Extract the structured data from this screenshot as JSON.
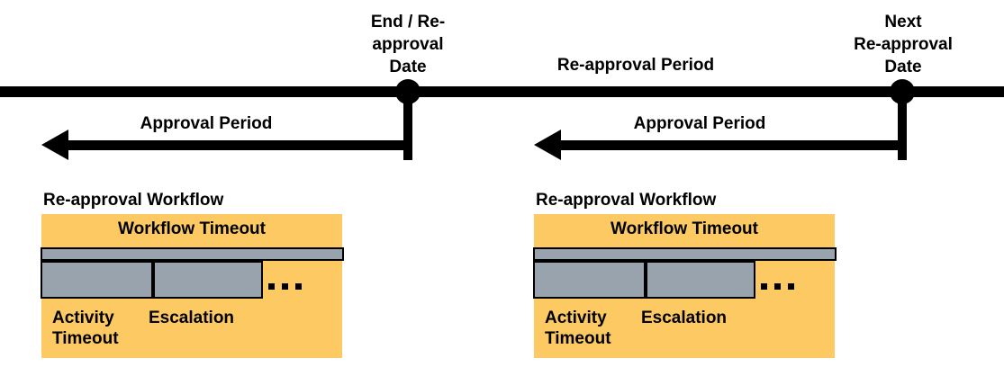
{
  "colors": {
    "background": "#ffffff",
    "line_and_text": "#000000",
    "workflow_box_fill": "#fdc963",
    "bar_fill": "#98a3ae",
    "bar_border": "#000000"
  },
  "timeline": {
    "marker_left": {
      "label": "End / Re-\napproval\nDate"
    },
    "marker_right": {
      "label": "Next\nRe-approval\nDate"
    },
    "reapproval_period_label": "Re-approval Period",
    "approval_period_left_label": "Approval Period",
    "approval_period_right_label": "Approval Period"
  },
  "workflows": [
    {
      "title": "Re-approval Workflow",
      "workflow_timeout": "Workflow Timeout",
      "activity_timeout": "Activity\nTimeout",
      "escalation": "Escalation",
      "ellipsis": "..."
    },
    {
      "title": "Re-approval Workflow",
      "workflow_timeout": "Workflow Timeout",
      "activity_timeout": "Activity\nTimeout",
      "escalation": "Escalation",
      "ellipsis": "..."
    }
  ]
}
